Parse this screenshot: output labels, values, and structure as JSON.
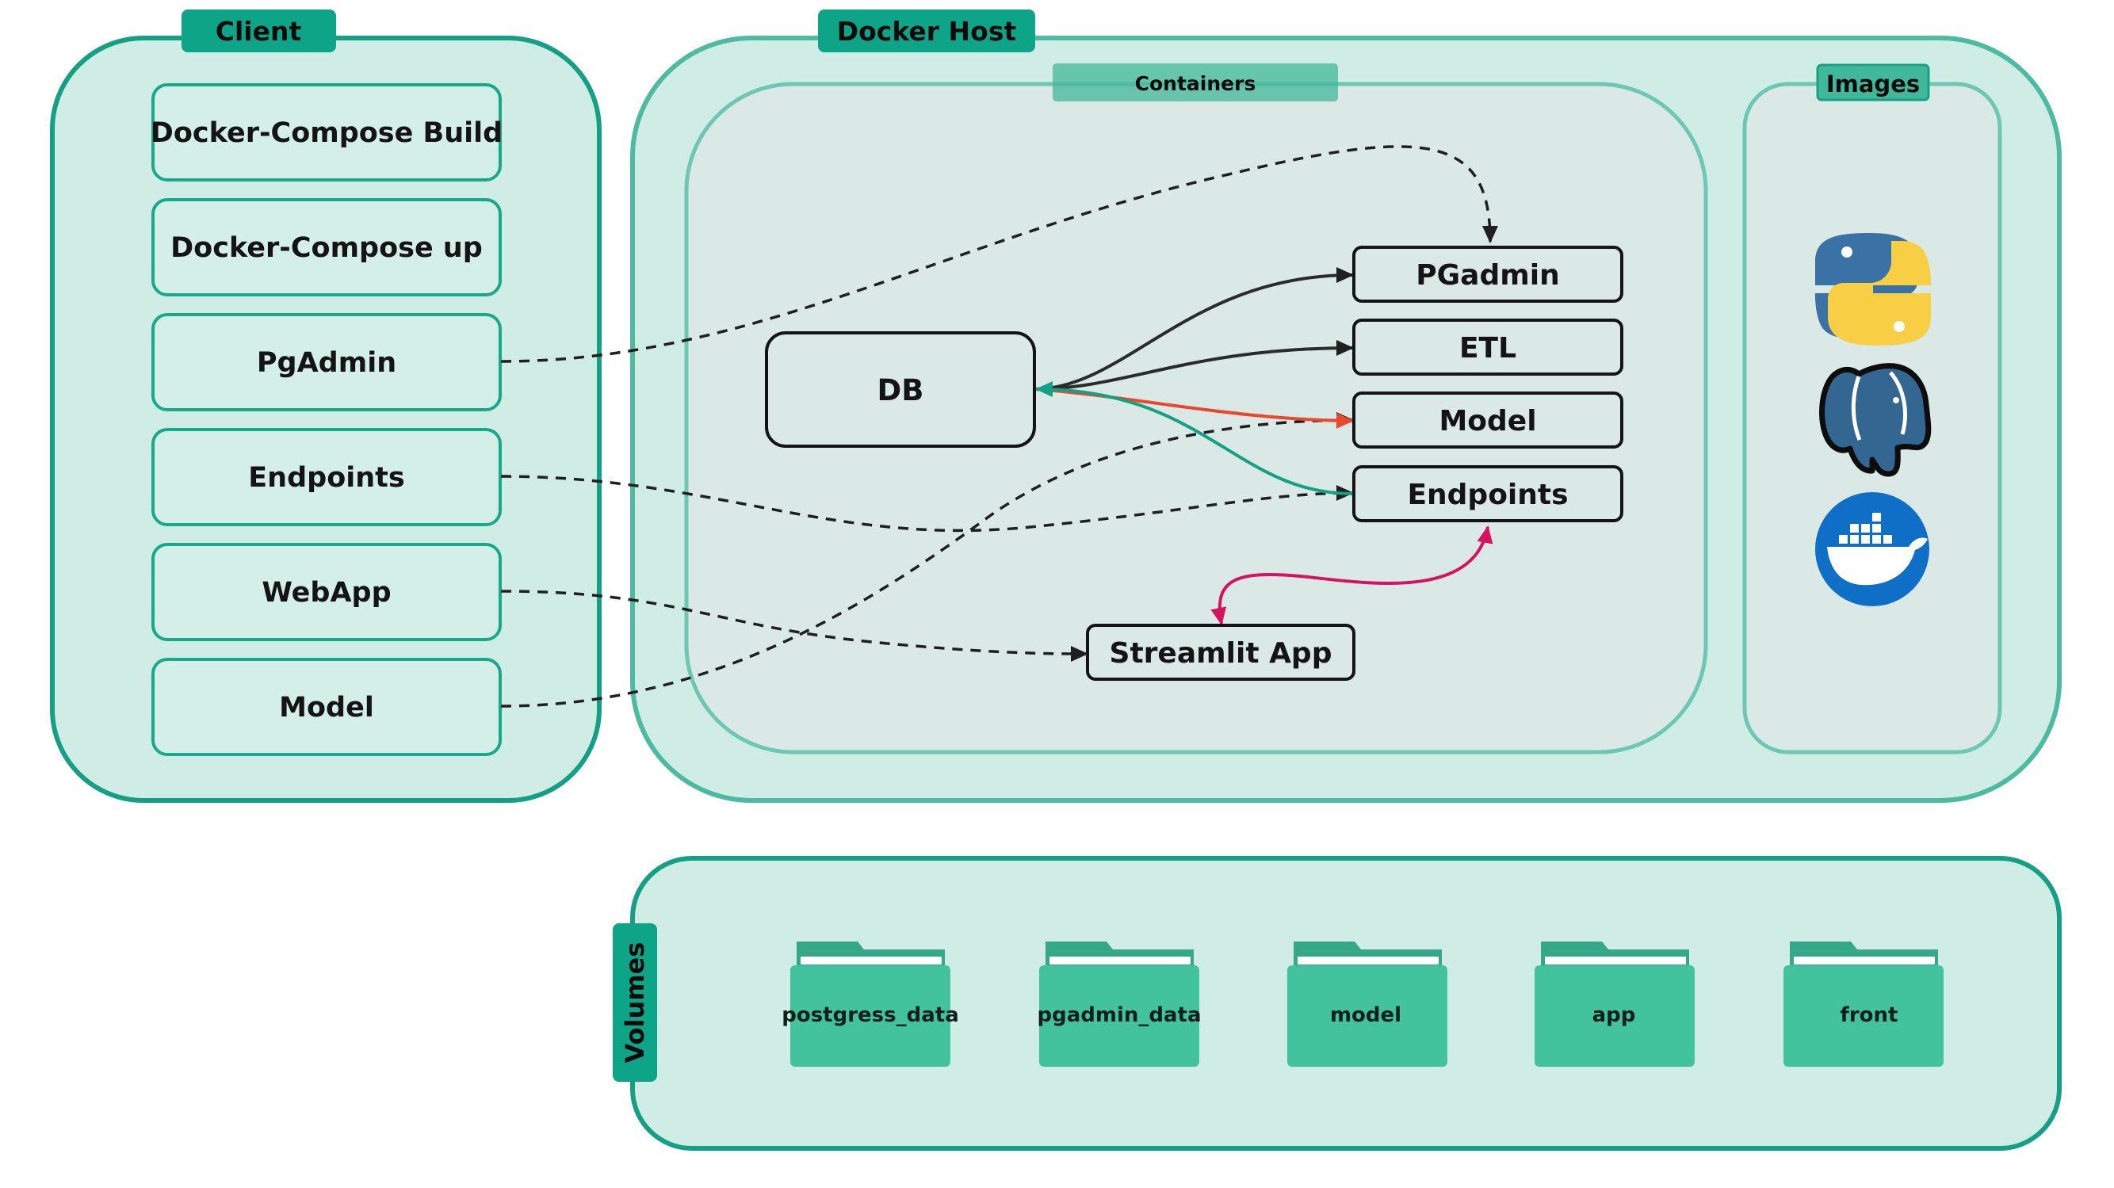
{
  "client": {
    "title": "Client",
    "items": [
      {
        "label": "Docker-Compose Build"
      },
      {
        "label": "Docker-Compose up"
      },
      {
        "label": "PgAdmin"
      },
      {
        "label": "Endpoints"
      },
      {
        "label": "WebApp"
      },
      {
        "label": "Model"
      }
    ]
  },
  "docker_host": {
    "title": "Docker Host",
    "containers": {
      "title": "Containers",
      "db": "DB",
      "pgadmin": "PGadmin",
      "etl": "ETL",
      "model": "Model",
      "endpoints": "Endpoints",
      "streamlit": "Streamlit App"
    },
    "images": {
      "title": "Images",
      "icons": [
        "python-logo-icon",
        "postgresql-elephant-icon",
        "docker-whale-icon"
      ]
    }
  },
  "volumes": {
    "title": "Volumes",
    "folders": [
      {
        "label": "postgress_data"
      },
      {
        "label": "pgadmin_data"
      },
      {
        "label": "model"
      },
      {
        "label": "app"
      },
      {
        "label": "front"
      }
    ]
  },
  "colors": {
    "panel_fill": "#cfede4",
    "panel_border": "#15a085",
    "host_border": "#4dbba0",
    "containers_fill": "#dae8e6",
    "tab_fill": "#0ea487",
    "folder_fill": "#42c39d",
    "arrow_dark": "#2b2b2b",
    "arrow_red": "#e8482b",
    "arrow_teal": "#14a085",
    "arrow_magenta": "#d5135f"
  }
}
